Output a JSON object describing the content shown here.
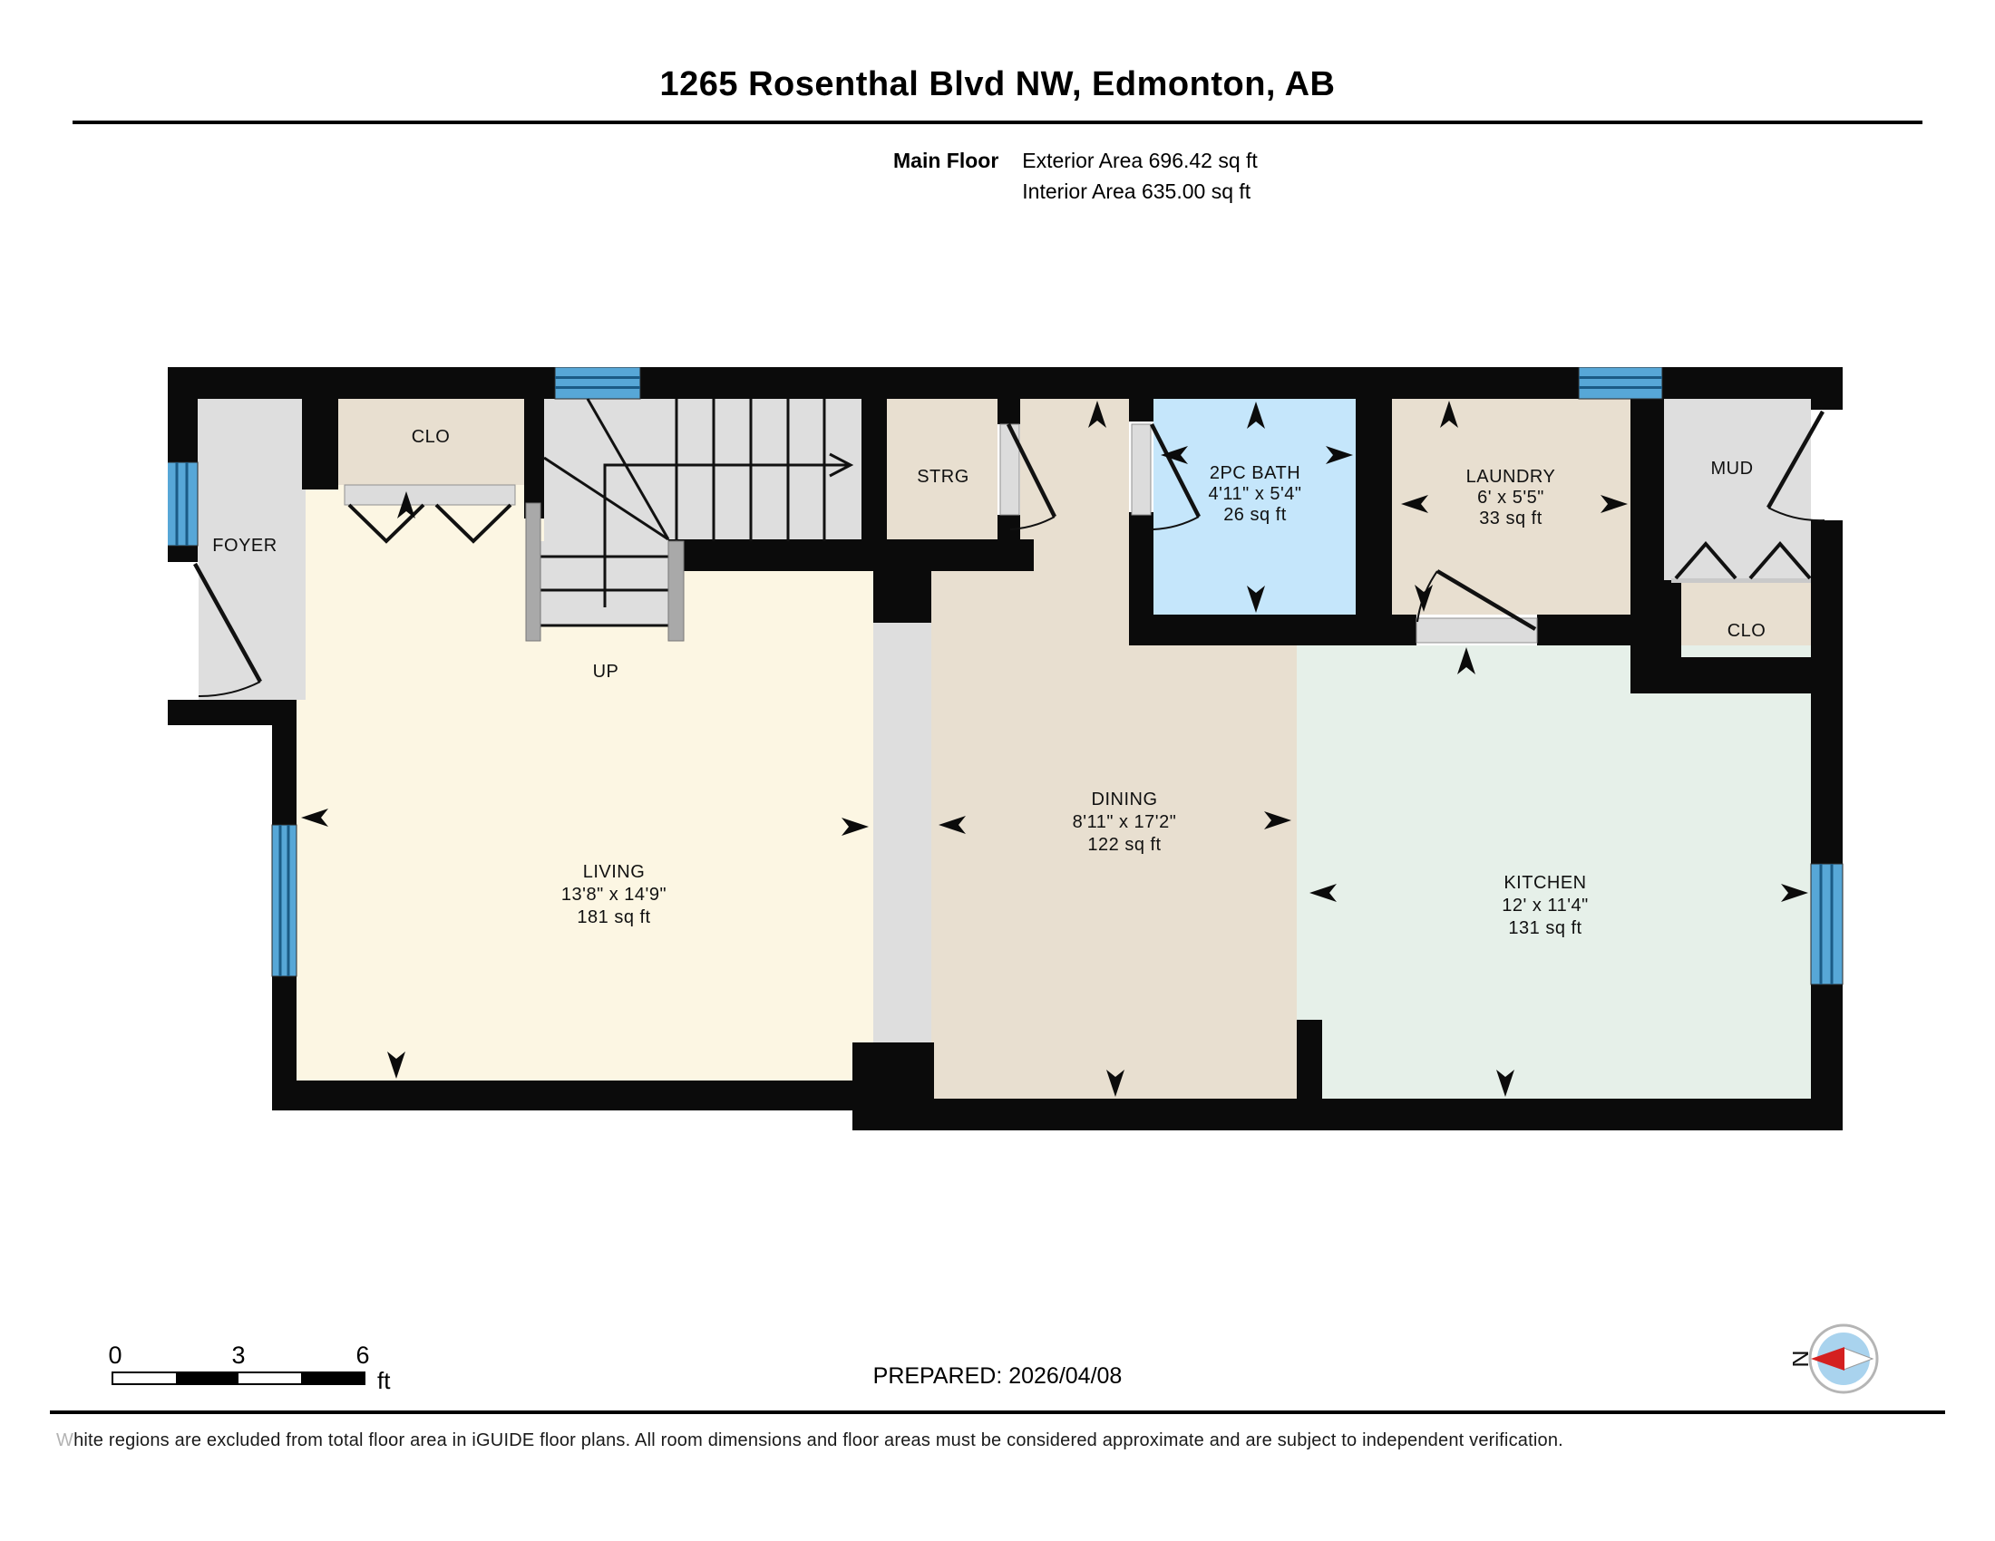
{
  "header": {
    "title": "1265 Rosenthal Blvd NW, Edmonton, AB",
    "floor_label": "Main Floor",
    "exterior_area": "Exterior Area 696.42 sq ft",
    "interior_area": "Interior Area 635.00 sq ft"
  },
  "rooms": {
    "living": {
      "name": "LIVING",
      "dims": "13'8\" x 14'9\"",
      "area": "181 sq ft"
    },
    "dining": {
      "name": "DINING",
      "dims": "8'11\" x 17'2\"",
      "area": "122 sq ft"
    },
    "kitchen": {
      "name": "KITCHEN",
      "dims": "12' x 11'4\"",
      "area": "131 sq ft"
    },
    "bath": {
      "name": "2PC BATH",
      "dims": "4'11\" x 5'4\"",
      "area": "26 sq ft"
    },
    "laundry": {
      "name": "LAUNDRY",
      "dims": "6' x 5'5\"",
      "area": "33 sq ft"
    },
    "foyer": {
      "name": "FOYER"
    },
    "mud": {
      "name": "MUD"
    },
    "strg": {
      "name": "STRG"
    },
    "clo_top": {
      "name": "CLO"
    },
    "clo_right": {
      "name": "CLO"
    },
    "stairs": {
      "up_label": "UP"
    }
  },
  "scale_bar": {
    "start": "0",
    "mid": "3",
    "end": "6",
    "unit": "ft"
  },
  "footer": {
    "prepared": "PREPARED: 2026/04/08",
    "disclaimer_first": "W",
    "disclaimer_rest": "hite regions are excluded from total floor area in iGUIDE floor plans. All room dimensions and floor areas must be considered approximate and are subject to independent verification."
  },
  "compass": {
    "north_label": "N"
  },
  "colors": {
    "wall": "#0b0b0b",
    "window_blue": "#57a7d7",
    "room_gray": "#dedede",
    "room_beige": "#e8dfd0",
    "room_cream": "#fcf6e3",
    "room_mint": "#e6f0e9",
    "room_bath_blue": "#c5e6fb",
    "compass_red": "#d42020",
    "compass_inner_blue": "#a9d3ee"
  }
}
